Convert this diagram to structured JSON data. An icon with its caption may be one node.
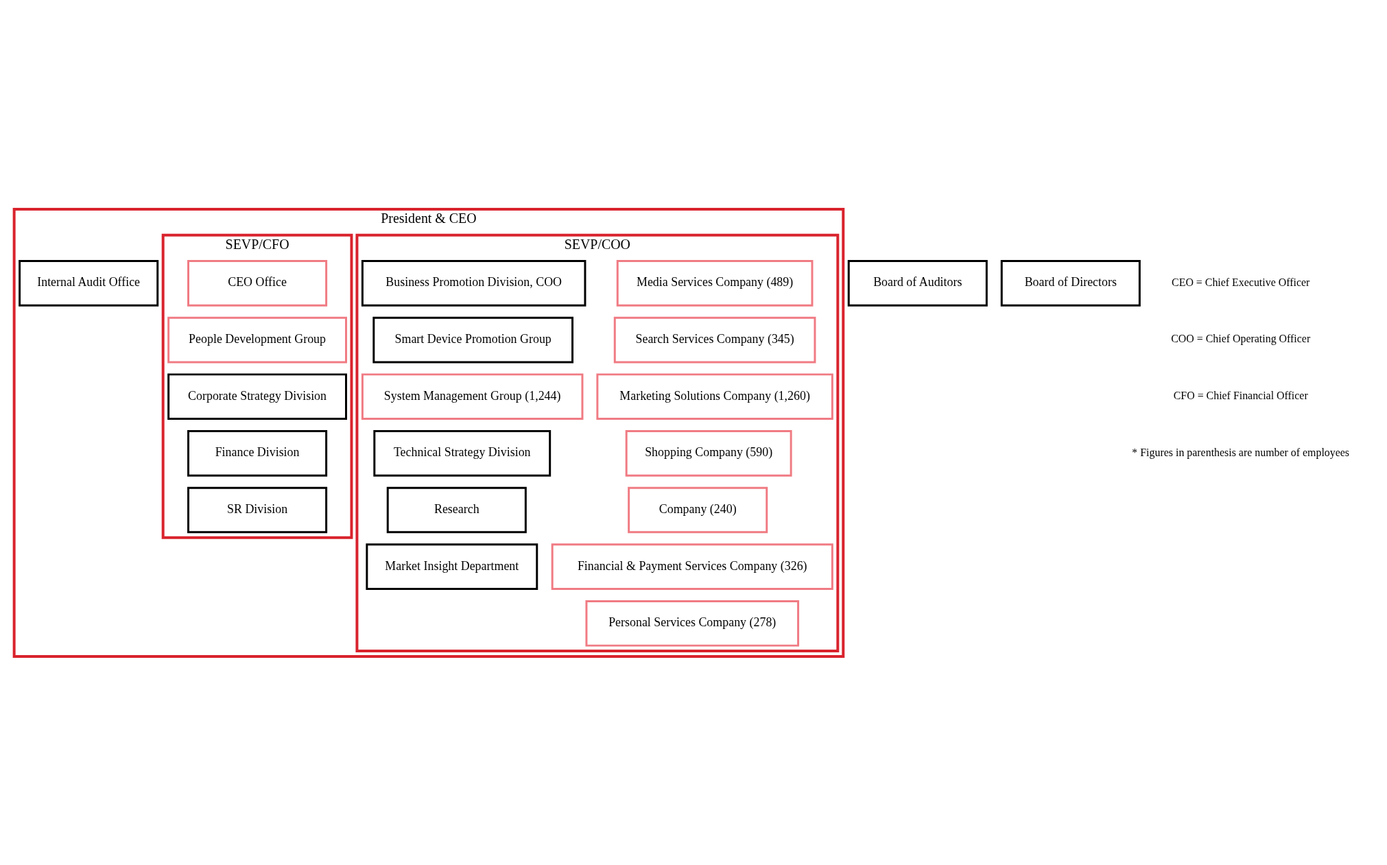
{
  "diagram": {
    "nodes": [
      {
        "text": [
          "President & CEO"
        ]
      },
      {
        "text": [
          "SEVP/COO"
        ],
        "in": 0
      },
      {
        "text": [
          "Media Services Company (489)"
        ],
        "in": 1
      },
      {
        "text": [
          "Business Promotion Division, COO"
        ],
        "in": 1
      },
      {
        "text": [
          "Search Services Company (345)"
        ],
        "in": 1
      },
      {
        "text": [
          "Smart Device Promotion Group"
        ],
        "in": 1
      },
      {
        "text": [
          "Marketing Solutions Company (1,260)"
        ],
        "in": 1
      },
      {
        "text": [
          "System Management Group (1,244)"
        ],
        "in": 1
      },
      {
        "text": [
          "Shopping Company (590)"
        ],
        "in": 1
      },
      {
        "text": [
          "Technical Strategy Division"
        ],
        "in": 1
      },
      {
        "text": [
          "Company (240)"
        ],
        "in": 1
      },
      {
        "text": [
          "Research"
        ],
        "in": 1
      },
      {
        "text": [
          "Financial & Payment Services Company (326)"
        ],
        "in": 1
      },
      {
        "text": [
          "Market Insight Department"
        ],
        "in": 1
      },
      {
        "text": [
          "Personal Services Company (278)"
        ],
        "in": 1
      },
      {
        "text": [
          "SEVP/CFO"
        ],
        "in": 0
      },
      {
        "text": [
          "CEO Office"
        ],
        "in": 15
      },
      {
        "text": [
          "People Development Group"
        ],
        "in": 15
      },
      {
        "text": [
          "Corporate Strategy Division"
        ],
        "in": 15
      },
      {
        "text": [
          "Finance Division"
        ],
        "in": 15
      },
      {
        "text": [
          "SR Division"
        ],
        "in": 15
      },
      {
        "text": [
          "Internal Audit Office"
        ],
        "in": 0
      },
      {
        "text": [
          "Board of Auditors"
        ]
      },
      {
        "text": [
          "Board of Directors"
        ]
      }
    ],
    "edges": [],
    "labels": [
      "CEO = Chief Executive Officer",
      "COO = Chief Operating Officer",
      "CFO = Chief Financial Officer",
      "* Figures in parenthesis are number of employees"
    ]
  }
}
